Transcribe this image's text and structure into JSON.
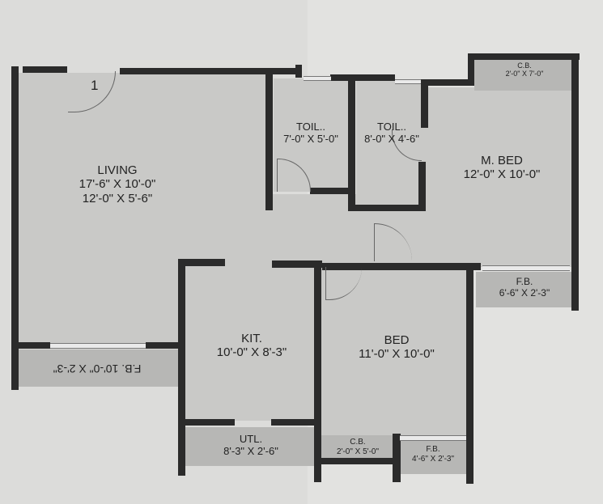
{
  "plan": {
    "door_number": "1",
    "rooms": [
      {
        "id": "living",
        "name": "LIVING",
        "dims": [
          "17'-6\" X 10'-0\"",
          "12'-0\" X 5'-6\""
        ]
      },
      {
        "id": "toil1",
        "name": "TOIL..",
        "dims": [
          "7'-0\" X 5'-0\""
        ]
      },
      {
        "id": "toil2",
        "name": "TOIL..",
        "dims": [
          "8'-0\" X 4'-6\""
        ]
      },
      {
        "id": "mbed",
        "name": "M. BED",
        "dims": [
          "12'-0\" X 10'-0\""
        ]
      },
      {
        "id": "cb_mbed",
        "name": "C.B.",
        "dims": [
          "2'-0\" X 7'-0\""
        ]
      },
      {
        "id": "fb_mbed",
        "name": "F.B.",
        "dims": [
          "6'-6\" X 2'-3\""
        ]
      },
      {
        "id": "kit",
        "name": "KIT.",
        "dims": [
          "10'-0\" X 8'-3\""
        ]
      },
      {
        "id": "utl",
        "name": "UTL.",
        "dims": [
          "8'-3\" X 2'-6\""
        ]
      },
      {
        "id": "bed",
        "name": "BED",
        "dims": [
          "11'-0\" X 10'-0\""
        ]
      },
      {
        "id": "cb_bed",
        "name": "C.B.",
        "dims": [
          "2'-0\" X 5'-0\""
        ]
      },
      {
        "id": "fb_bed",
        "name": "F.B.",
        "dims": [
          "4'-6\" X 2'-3\""
        ]
      },
      {
        "id": "fb_living",
        "name": "F.B. 10'-0\" X 2'-3\"",
        "dims": []
      }
    ]
  },
  "colors": {
    "wall": "#2b2b2b",
    "floor": "#c9c9c7",
    "balcony": "#b7b7b5"
  }
}
